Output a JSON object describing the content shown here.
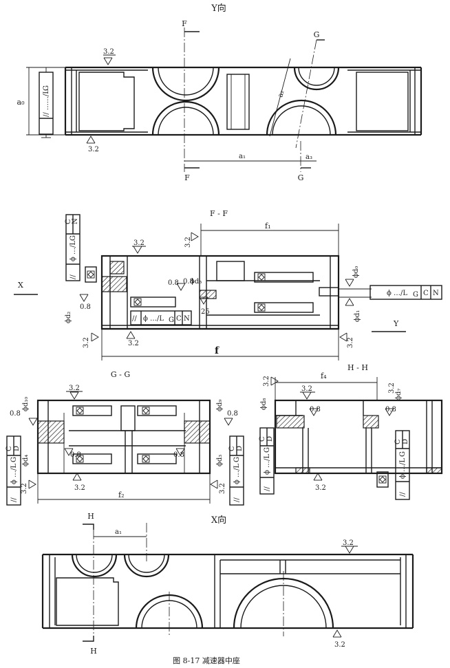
{
  "views": {
    "y_view": {
      "title": "Y向",
      "section_marks": [
        "F",
        "F",
        "G",
        "G"
      ],
      "dims": {
        "a0": "a₀",
        "a1": "a₁",
        "a2": "a₂",
        "a3": "a₃"
      },
      "roughness": [
        "3.2",
        "3.2"
      ],
      "tol_frame": "//  ……/L",
      "tol_frame_sub": "G"
    },
    "ff_section": {
      "title": "F - F",
      "side_marks": {
        "x": "X",
        "y": "Y"
      },
      "dims": {
        "f1": "f₁",
        "f": "f",
        "d0": "ϕd₀",
        "d1": "ϕd₁",
        "d2": "ϕd₂"
      },
      "roughness": [
        "3.2",
        "3.2",
        "3.2",
        "0.8",
        "0.8",
        "3.2",
        "0.8"
      ],
      "value_25": "25",
      "frame_left": {
        "sym": "//",
        "text": "ϕ …/L",
        "sub": "G",
        "datums": [
          "C",
          "N"
        ]
      },
      "frame_bottom": {
        "sym": "//",
        "text": "ϕ …/L",
        "sub": "G",
        "datums": [
          "C",
          "N"
        ]
      },
      "frame_right": {
        "text": "ϕ …/L",
        "sub": "G",
        "datums": [
          "C",
          "N"
        ]
      }
    },
    "gg_section": {
      "title": "G - G",
      "dims": {
        "d10": "ϕd₁₀",
        "d9": "ϕd₉",
        "d4": "ϕd₄",
        "d3": "ϕd₃",
        "f2": "f₂"
      },
      "roughness": [
        "3.2",
        "0.8",
        "0.8",
        "0.8",
        "0.8",
        "3.2",
        "3.2",
        "3.2"
      ],
      "frame_left": {
        "sym": "//",
        "text": "ϕ …/L",
        "sub": "G",
        "datums": [
          "C",
          "D"
        ]
      },
      "frame_right": {
        "sym": "//",
        "text": "ϕ …/L",
        "sub": "G",
        "datums": [
          "C",
          "D"
        ]
      }
    },
    "hh_section": {
      "title": "H - H",
      "dims": {
        "f4": "f₄",
        "d8": "ϕd₈",
        "d7": "ϕd₇"
      },
      "roughness": [
        "3.2",
        "3.2",
        "0.8",
        "0.8",
        "3.2"
      ],
      "frame_left": {
        "sym": "//",
        "text": "ϕ …/L",
        "sub": "G",
        "datums": [
          "C",
          "D"
        ]
      },
      "frame_right": {
        "sym": "//",
        "text": "ϕ …/L",
        "sub": "G",
        "datums": [
          "C",
          "D"
        ]
      }
    },
    "x_view": {
      "title": "X向",
      "section_marks": [
        "H",
        "H"
      ],
      "dims": {
        "a1": "a₁"
      },
      "roughness": [
        "3.2",
        "3.2"
      ]
    }
  },
  "caption": "图 8-17   减速器中座"
}
